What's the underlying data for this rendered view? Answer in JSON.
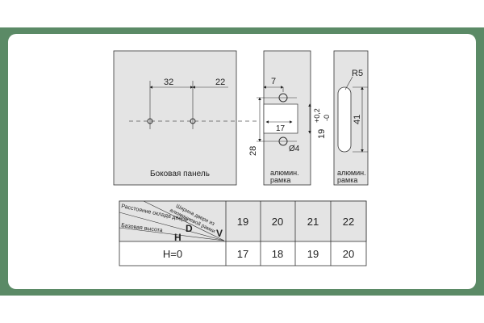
{
  "drawing": {
    "side_panel_label": "Боковая панель",
    "dim_32": "32",
    "dim_22": "22",
    "dim_7": "7",
    "dim_17": "17",
    "dim_28": "28",
    "dim_19": "19",
    "tol_plus": "+0,2",
    "tol_minus": "-0",
    "hole_dia": "Ø4",
    "radius": "R5",
    "dim_41": "41",
    "frame_label_1": "алюмин.",
    "frame_label_2": "рамка"
  },
  "table": {
    "header_v": "Ширина двери из алюминиевой рамки",
    "header_v_letter": "V",
    "header_d": "Расстояние оклада двери",
    "header_d_letter": "D",
    "header_h": "Базовая высота",
    "header_h_letter": "H",
    "columns": [
      "19",
      "20",
      "21",
      "22"
    ],
    "row_label": "H=0",
    "row_values": [
      "17",
      "18",
      "19",
      "20"
    ]
  }
}
